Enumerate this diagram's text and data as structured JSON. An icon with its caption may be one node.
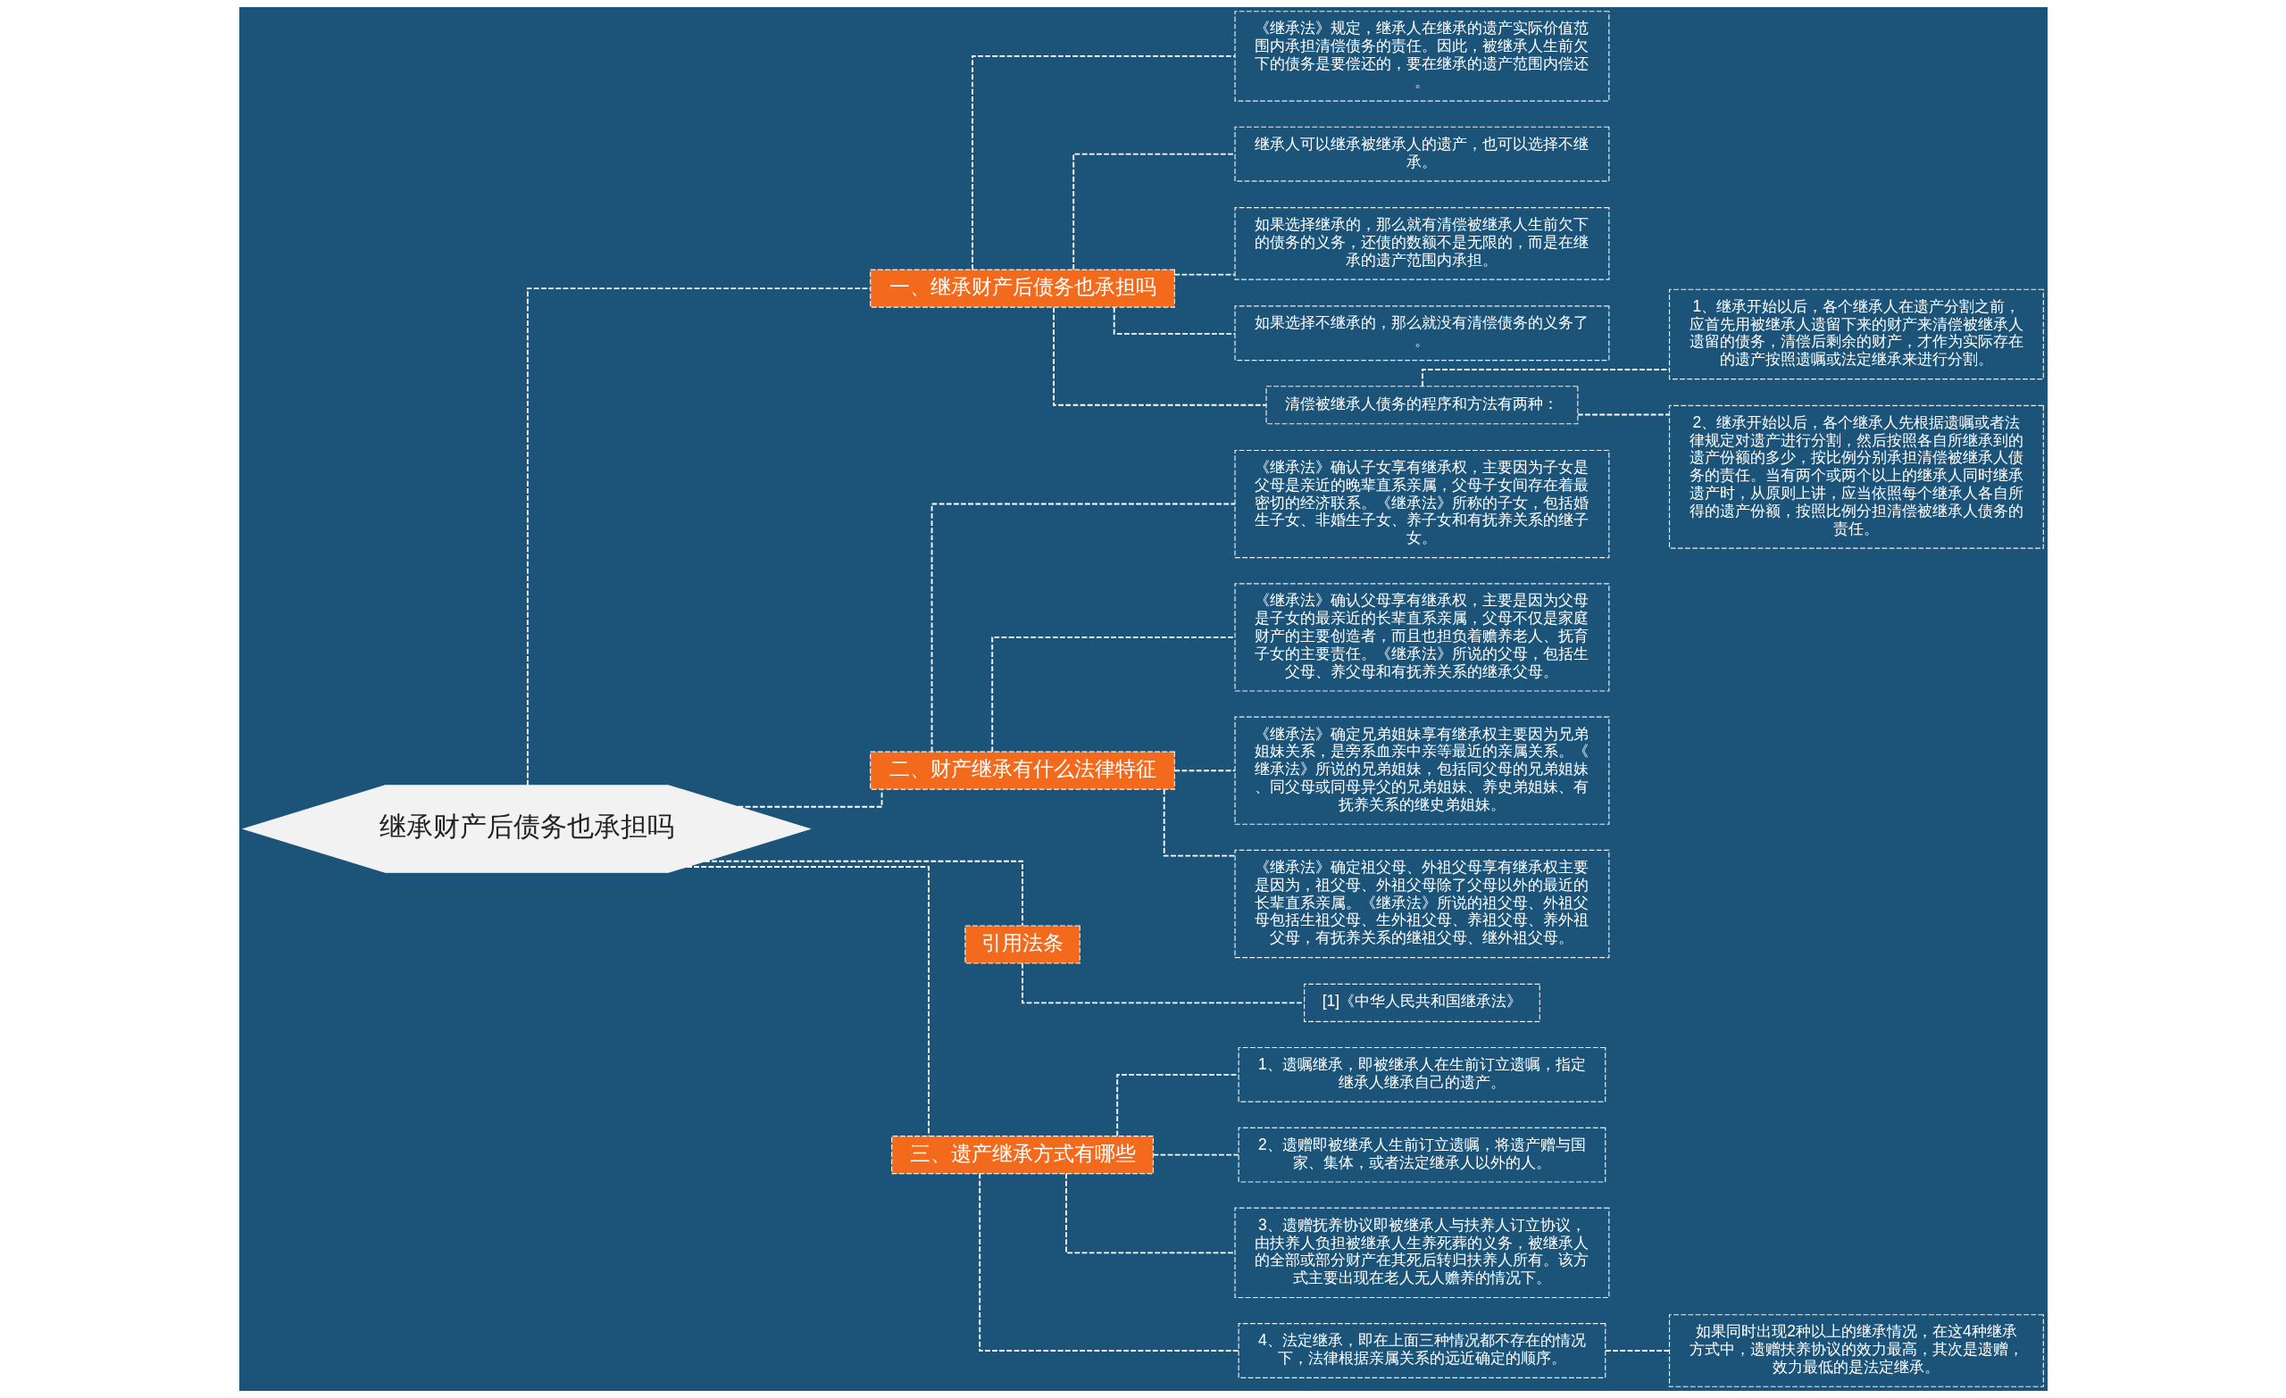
{
  "diagram": {
    "nodes": [
      {
        "text": [
          "继承财产后债务也承担吗"
        ]
      },
      {
        "text": [
          "一、继承财产后债务也承担吗"
        ]
      },
      {
        "text": [
          "《继承法》规定，继承人在继承的遗产实际价值范围内承担清偿债务的责任。因此，被继承人生前欠下的债务是要偿还的，要在继承的遗产范围内偿还。"
        ]
      },
      {
        "text": [
          "继承人可以继承被继承人的遗产，也可以选择不继承。"
        ]
      },
      {
        "text": [
          "如果选择继承的，那么就有清偿被继承人生前欠下的债务的义务，还债的数额不是无限的，而是在继承的遗产范围内承担。"
        ]
      },
      {
        "text": [
          "如果选择不继承的，那么就没有清偿债务的义务了。"
        ]
      },
      {
        "text": [
          "清偿被继承人债务的程序和方法有两种："
        ]
      },
      {
        "text": [
          "1、继承开始以后，各个继承人在遗产分割之前，应首先用被继承人遗留下来的财产来清偿被继承人遗留的债务，清偿后剩余的财产，才作为实际存在的遗产按照遗嘱或法定继承来进行分割。"
        ]
      },
      {
        "text": [
          "2、继承开始以后，各个继承人先根据遗嘱或者法律规定对遗产进行分割，然后按照各自所继承到的遗产份额的多少，按比例分别承担清偿被继承人债务的责任。当有两个或两个以上的继承人同时继承遗产时，从原则上讲，应当依照每个继承人各自所得的遗产份额，按照比例分担清偿被继承人债务的责任。"
        ]
      },
      {
        "text": [
          "二、财产继承有什么法律特征"
        ]
      },
      {
        "text": [
          "《继承法》确认子女享有继承权，主要因为子女是父母是亲近的晚辈直系亲属，父母子女间存在着最密切的经济联系。《继承法》所称的子女，包括婚生子女、非婚生子女、养子女和有抚养关系的继子女。"
        ]
      },
      {
        "text": [
          "《继承法》确认父母享有继承权，主要是因为父母是子女的最亲近的长辈直系亲属，父母不仅是家庭财产的主要创造者，而且也担负着赡养老人、抚育子女的主要责任。《继承法》所说的父母，包括生父母、养父母和有抚养关系的继承父母。"
        ]
      },
      {
        "text": [
          "《继承法》确定兄弟姐妹享有继承权主要因为兄弟姐妹关系，是旁系血亲中亲等最近的亲属关系。《继承法》所说的兄弟姐妹，包括同父母的兄弟姐妹、同父母或同母异父的兄弟姐妹、养史弟姐妹、有抚养关系的继史弟姐妹。"
        ]
      },
      {
        "text": [
          "《继承法》确定祖父母、外祖父母享有继承权主要是因为，祖父母、外祖父母除了父母以外的最近的长辈直系亲属。《继承法》所说的祖父母、外祖父母包括生祖父母、生外祖父母、养祖父母、养外祖父母，有抚养关系的继祖父母、继外祖父母。"
        ]
      },
      {
        "text": [
          "引用法条"
        ]
      },
      {
        "text": [
          "[1]《中华人民共和国继承法》"
        ]
      },
      {
        "text": [
          "三、遗产继承方式有哪些"
        ]
      },
      {
        "text": [
          "1、遗嘱继承，即被继承人在生前订立遗嘱，指定继承人继承自己的遗产。"
        ]
      },
      {
        "text": [
          "2、遗赠即被继承人生前订立遗嘱，将遗产赠与国家、集体，或者法定继承人以外的人。"
        ]
      },
      {
        "text": [
          "3、遗赠抚养协议即被继承人与扶养人订立协议，由扶养人负担被继承人生养死葬的义务，被继承人的全部或部分财产在其死后转归扶养人所有。该方式主要出现在老人无人赡养的情况下。"
        ]
      },
      {
        "text": [
          "4、法定继承，即在上面三种情况都不存在的情况下，法律根据亲属关系的远近确定的顺序。"
        ]
      },
      {
        "text": [
          "如果同时出现2种以上的继承情况，在这4种继承方式中，遗赠扶养协议的效力最高，其次是遗赠，效力最低的是法定继承。"
        ]
      }
    ],
    "edges": [
      {
        "from": 0,
        "to": 1,
        "arrow": "none",
        "style": "dashed"
      },
      {
        "from": 1,
        "to": 2,
        "arrow": "none",
        "style": "dashed"
      },
      {
        "from": 1,
        "to": 3,
        "arrow": "none",
        "style": "dashed"
      },
      {
        "from": 1,
        "to": 4,
        "arrow": "none",
        "style": "dashed"
      },
      {
        "from": 1,
        "to": 5,
        "arrow": "none",
        "style": "dashed"
      },
      {
        "from": 1,
        "to": 6,
        "arrow": "none",
        "style": "dashed"
      },
      {
        "from": 6,
        "to": 7,
        "arrow": "none",
        "style": "dashed"
      },
      {
        "from": 6,
        "to": 8,
        "arrow": "none",
        "style": "dashed"
      },
      {
        "from": 0,
        "to": 9,
        "arrow": "none",
        "style": "dashed"
      },
      {
        "from": 9,
        "to": 10,
        "arrow": "none",
        "style": "dashed"
      },
      {
        "from": 9,
        "to": 11,
        "arrow": "none",
        "style": "dashed"
      },
      {
        "from": 9,
        "to": 12,
        "arrow": "none",
        "style": "dashed"
      },
      {
        "from": 9,
        "to": 13,
        "arrow": "none",
        "style": "dashed"
      },
      {
        "from": 0,
        "to": 14,
        "arrow": "none",
        "style": "dashed"
      },
      {
        "from": 14,
        "to": 15,
        "arrow": "none",
        "style": "dashed"
      },
      {
        "from": 0,
        "to": 16,
        "arrow": "none",
        "style": "dashed"
      },
      {
        "from": 16,
        "to": 17,
        "arrow": "none",
        "style": "dashed"
      },
      {
        "from": 16,
        "to": 18,
        "arrow": "none",
        "style": "dashed"
      },
      {
        "from": 16,
        "to": 19,
        "arrow": "none",
        "style": "dashed"
      },
      {
        "from": 16,
        "to": 20,
        "arrow": "none",
        "style": "dashed"
      },
      {
        "from": 20,
        "to": 21,
        "arrow": "none",
        "style": "dashed"
      }
    ]
  }
}
